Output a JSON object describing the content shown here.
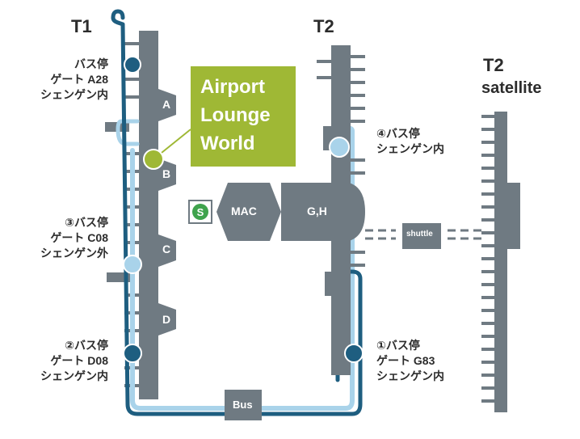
{
  "terminals": {
    "t1": "T1",
    "t2": "T2",
    "t2_satellite_line1": "T2",
    "t2_satellite_line2": "satellite"
  },
  "bus_stops": [
    {
      "number": "",
      "line1": "バス停",
      "line2": "ゲート A28",
      "line3": "シェンゲン内"
    },
    {
      "number": "③",
      "line1": "バス停",
      "line2": "ゲート C08",
      "line3": "シェンゲン外"
    },
    {
      "number": "②",
      "line1": "バス停",
      "line2": "ゲート D08",
      "line3": "シェンゲン内"
    },
    {
      "number": "④",
      "line1": "バス停",
      "line2": "シェンゲン内"
    },
    {
      "number": "①",
      "line1": "バス停",
      "line2": "ゲート G83",
      "line3": "シェンゲン内"
    }
  ],
  "lounge": {
    "line1": "Airport",
    "line2": "Lounge",
    "line3": "World"
  },
  "piers": [
    "A",
    "B",
    "C",
    "D"
  ],
  "buildings": {
    "mac": "MAC",
    "gh": "G,H",
    "shuttle": "shuttle",
    "bus": "Bus"
  },
  "colors": {
    "building": "#6f7a82",
    "route_dark": "#1e5e80",
    "route_light": "#a9d3ea",
    "lounge": "#9fb835",
    "label_text": "#2c2c2c",
    "schengen_sign": "#3fa34d"
  },
  "icons": {
    "schengen": "schengen-s-icon"
  }
}
